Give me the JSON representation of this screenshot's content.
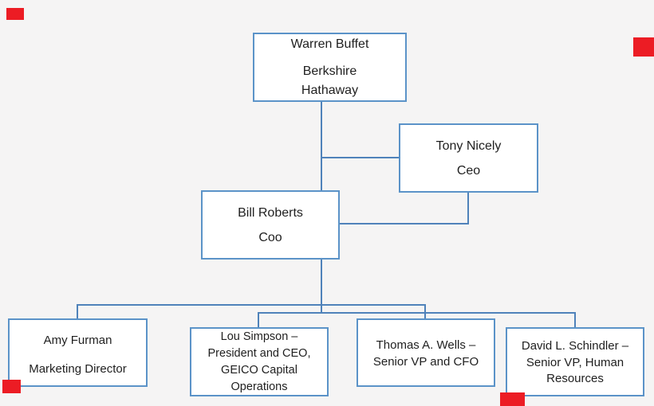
{
  "diagram": {
    "type": "org-chart",
    "company": "Berkshire Hathaway",
    "nodes": [
      {
        "id": "warren-buffet",
        "lines": [
          "Warren Buffet",
          "Berkshire",
          "Hathaway"
        ]
      },
      {
        "id": "tony-nicely",
        "lines": [
          "Tony Nicely",
          "Ceo"
        ]
      },
      {
        "id": "bill-roberts",
        "lines": [
          "Bill Roberts",
          "Coo"
        ]
      },
      {
        "id": "amy-furman",
        "lines": [
          "Amy Furman",
          "Marketing Director"
        ]
      },
      {
        "id": "lou-simpson",
        "lines": [
          "Lou Simpson –",
          "President and CEO,",
          "GEICO Capital",
          "Operations"
        ]
      },
      {
        "id": "thomas-wells",
        "lines": [
          "Thomas A. Wells –",
          "Senior VP and CFO"
        ]
      },
      {
        "id": "david-schindler",
        "lines": [
          "David L. Schindler –",
          "Senior VP, Human",
          "Resources"
        ]
      }
    ],
    "edges": [
      "warren-buffet -> tony-nicely",
      "warren-buffet -> bill-roberts",
      "tony-nicely -> bill-roberts",
      "bill-roberts -> amy-furman",
      "bill-roberts -> lou-simpson",
      "bill-roberts -> thomas-wells",
      "bill-roberts -> david-schindler"
    ]
  },
  "colors": {
    "background": "#f5f4f4",
    "box_fill": "#ffffff",
    "box_border": "#5b93c8",
    "connector": "#4f82ba",
    "text": "#1f1f1f",
    "red_mark": "#ec1c24"
  }
}
